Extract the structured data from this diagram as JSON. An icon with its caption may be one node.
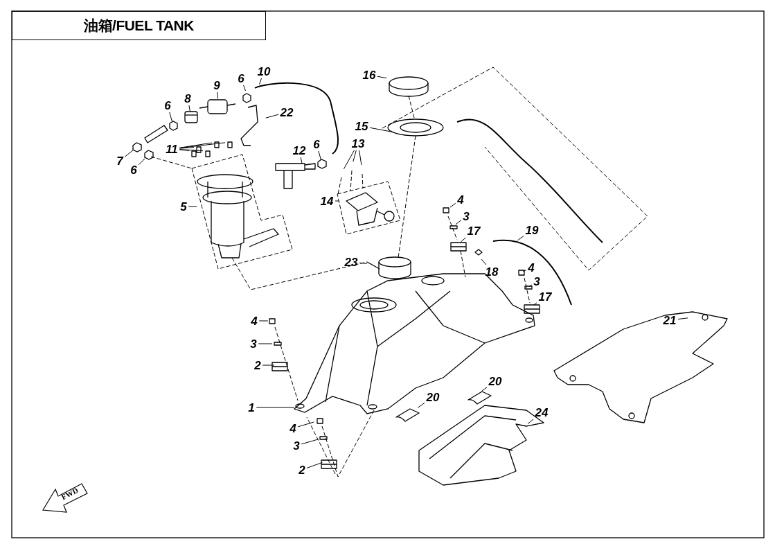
{
  "diagram": {
    "title": "油箱/FUEL TANK",
    "nodes": [
      {
        "text": [
          "16"
        ]
      },
      {
        "text": [
          "10"
        ]
      },
      {
        "text": [
          "6"
        ]
      },
      {
        "text": [
          "9"
        ]
      },
      {
        "text": [
          "8"
        ]
      },
      {
        "text": [
          "6"
        ]
      },
      {
        "text": [
          "22"
        ]
      },
      {
        "text": [
          "15"
        ]
      },
      {
        "text": [
          "13"
        ]
      },
      {
        "text": [
          "6"
        ]
      },
      {
        "text": [
          "11"
        ]
      },
      {
        "text": [
          "12"
        ]
      },
      {
        "text": [
          "7"
        ]
      },
      {
        "text": [
          "6"
        ]
      },
      {
        "text": [
          "4"
        ]
      },
      {
        "text": [
          "14"
        ]
      },
      {
        "text": [
          "5"
        ]
      },
      {
        "text": [
          "3"
        ]
      },
      {
        "text": [
          "19"
        ]
      },
      {
        "text": [
          "17"
        ]
      },
      {
        "text": [
          "23"
        ]
      },
      {
        "text": [
          "4"
        ]
      },
      {
        "text": [
          "18"
        ]
      },
      {
        "text": [
          "3"
        ]
      },
      {
        "text": [
          "17"
        ]
      },
      {
        "text": [
          "21"
        ]
      },
      {
        "text": [
          "4"
        ]
      },
      {
        "text": [
          "3"
        ]
      },
      {
        "text": [
          "2"
        ]
      },
      {
        "text": [
          "20"
        ]
      },
      {
        "text": [
          "20"
        ]
      },
      {
        "text": [
          "1"
        ]
      },
      {
        "text": [
          "24"
        ]
      },
      {
        "text": [
          "4"
        ]
      },
      {
        "text": [
          "3"
        ]
      },
      {
        "text": [
          "2"
        ]
      },
      {
        "text": [],
        "shape": "picture"
      },
      {
        "text": [],
        "shape": "picture"
      },
      {
        "text": [],
        "shape": "picture"
      },
      {
        "text": [],
        "shape": "picture"
      },
      {
        "text": [],
        "shape": "picture"
      },
      {
        "text": [],
        "shape": "picture"
      }
    ],
    "edges": [
      {
        "from": 0,
        "to": null,
        "arrow": "none"
      },
      {
        "from": 1,
        "to": null,
        "arrow": "none"
      },
      {
        "from": 2,
        "to": null,
        "arrow": "none"
      },
      {
        "from": 3,
        "to": null,
        "arrow": "none"
      },
      {
        "from": 4,
        "to": 36,
        "arrow": "none"
      },
      {
        "from": 5,
        "to": 37,
        "arrow": "none"
      },
      {
        "from": 6,
        "to": null,
        "arrow": "none"
      },
      {
        "from": 7,
        "to": null,
        "arrow": "none"
      },
      {
        "from": 8,
        "to": null,
        "arrow": "none"
      },
      {
        "from": 8,
        "to": null,
        "arrow": "none"
      },
      {
        "from": 8,
        "to": null,
        "arrow": "none"
      },
      {
        "from": 9,
        "to": 38,
        "arrow": "none"
      },
      {
        "from": 10,
        "to": null,
        "arrow": "none"
      },
      {
        "from": 10,
        "to": null,
        "arrow": "none"
      },
      {
        "from": 10,
        "to": null,
        "arrow": "none"
      },
      {
        "from": 10,
        "to": null,
        "arrow": "none"
      },
      {
        "from": 10,
        "to": null,
        "arrow": "none"
      },
      {
        "from": 11,
        "to": null,
        "arrow": "none"
      },
      {
        "from": 12,
        "to": 39,
        "arrow": "none"
      },
      {
        "from": 13,
        "to": 40,
        "arrow": "none"
      },
      {
        "from": 14,
        "to": null,
        "arrow": "none"
      },
      {
        "from": 15,
        "to": null,
        "arrow": "none"
      },
      {
        "from": 16,
        "to": null,
        "arrow": "none"
      },
      {
        "from": 17,
        "to": null,
        "arrow": "none"
      },
      {
        "from": 18,
        "to": null,
        "arrow": "none"
      },
      {
        "from": 19,
        "to": null,
        "arrow": "none"
      },
      {
        "from": 20,
        "to": null,
        "arrow": "none"
      },
      {
        "from": 21,
        "to": null,
        "arrow": "none"
      },
      {
        "from": 22,
        "to": null,
        "arrow": "none"
      },
      {
        "from": 23,
        "to": null,
        "arrow": "none"
      },
      {
        "from": 24,
        "to": null,
        "arrow": "none"
      },
      {
        "from": 25,
        "to": null,
        "arrow": "none"
      },
      {
        "from": 26,
        "to": null,
        "arrow": "none"
      },
      {
        "from": 27,
        "to": null,
        "arrow": "none"
      },
      {
        "from": 28,
        "to": null,
        "arrow": "none"
      },
      {
        "from": 29,
        "to": null,
        "arrow": "none"
      },
      {
        "from": 30,
        "to": null,
        "arrow": "none"
      },
      {
        "from": 31,
        "to": 41,
        "arrow": "none"
      },
      {
        "from": 32,
        "to": null,
        "arrow": "none"
      },
      {
        "from": 33,
        "to": null,
        "arrow": "none"
      },
      {
        "from": 34,
        "to": null,
        "arrow": "none"
      },
      {
        "from": 35,
        "to": null,
        "arrow": "none"
      }
    ],
    "labels": [
      "FWD"
    ]
  }
}
